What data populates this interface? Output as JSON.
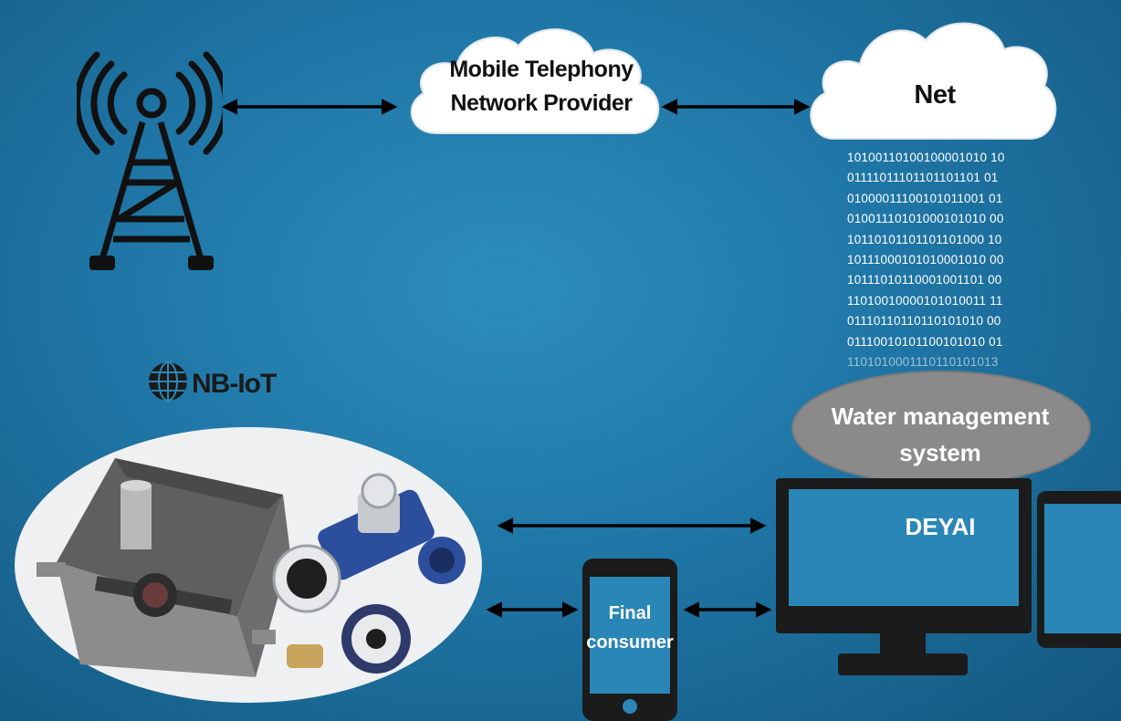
{
  "nodes": {
    "cell_tower": {
      "icon": "cell-tower-icon"
    },
    "mobile_provider": {
      "label_line1": "Mobile Telephony",
      "label_line2": "Network Provider"
    },
    "net": {
      "label": "Net"
    },
    "binary_lines": [
      "10100110100100001010 10",
      "01111011101101101101 01",
      "01000011100101011001 01",
      "01001110101000101010 00",
      "10110101101101101000 10",
      "10111000101010001010 00",
      "10111010110001001101 00",
      "11010010000101010011 11",
      "01110110110110101010 00",
      "01110010101100101010 01",
      "1101010001110110101013"
    ],
    "nbiot": {
      "label": "NB-IoT",
      "icon": "globe-icon"
    },
    "water_management": {
      "label_line1": "Water management",
      "label_line2": "system"
    },
    "deyai": {
      "label": "DEYAI",
      "icon": "monitor-icon"
    },
    "final_consumer": {
      "label_line1": "Final",
      "label_line2": "consumer",
      "icon": "smartphone-icon"
    },
    "meters": {
      "icon": "water-meter-icon"
    },
    "tablet": {
      "icon": "tablet-icon"
    }
  },
  "colors": {
    "background": "#1f76a6",
    "cloud": "#ffffff",
    "ellipse_grey": "#8a8a8a",
    "device_dark": "#1b1b1b"
  }
}
